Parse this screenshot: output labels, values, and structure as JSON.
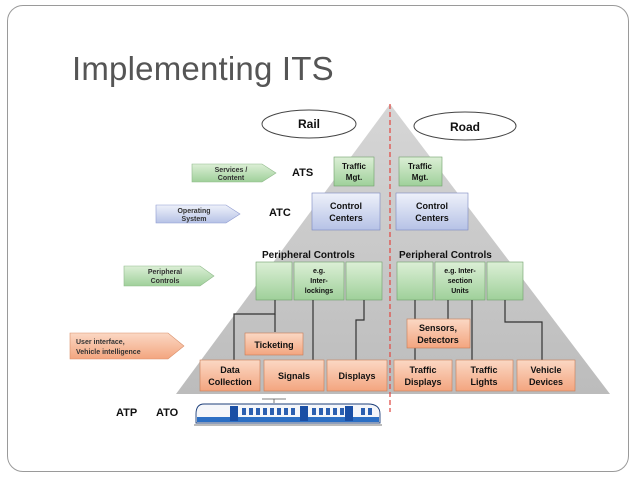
{
  "slide": {
    "title": "Implementing ITS"
  },
  "diagram": {
    "domains": {
      "rail": "Rail",
      "road": "Road"
    },
    "layers": {
      "ats": "ATS",
      "atc": "ATC",
      "atp": "ATP",
      "ato": "ATO",
      "peripheral_left": "Peripheral Controls",
      "peripheral_right": "Peripheral Controls"
    },
    "arrows": {
      "services": [
        "Services /",
        "Content"
      ],
      "operating": [
        "Operating",
        "System"
      ],
      "peripheral": [
        "Peripheral",
        "Controls"
      ],
      "user": [
        "User interface,",
        "Vehicle intelligence"
      ]
    },
    "rail": {
      "traffic_mgt": [
        "Traffic",
        "Mgt."
      ],
      "control_centers": [
        "Control",
        "Centers"
      ],
      "interlockings": [
        "e.g.",
        "Inter-",
        "lockings"
      ],
      "ticketing": "Ticketing",
      "data_collection": [
        "Data",
        "Collection"
      ],
      "signals": "Signals",
      "displays": "Displays"
    },
    "road": {
      "traffic_mgt": [
        "Traffic",
        "Mgt."
      ],
      "control_centers": [
        "Control",
        "Centers"
      ],
      "intersection_units": [
        "e.g. Inter-",
        "section",
        "Units"
      ],
      "sensors": [
        "Sensors,",
        "Detectors"
      ],
      "traffic_displays": [
        "Traffic",
        "Displays"
      ],
      "traffic_lights": [
        "Traffic",
        "Lights"
      ],
      "vehicle_devices": [
        "Vehicle",
        "Devices"
      ]
    },
    "colors": {
      "pyramid": "#c9c9c9",
      "green_box": "#b8dbb0",
      "blue_box": "#c9d3ec",
      "orange_box": "#f5b99a",
      "divider": "#e0504a",
      "train_blue": "#2c6fc4"
    }
  }
}
